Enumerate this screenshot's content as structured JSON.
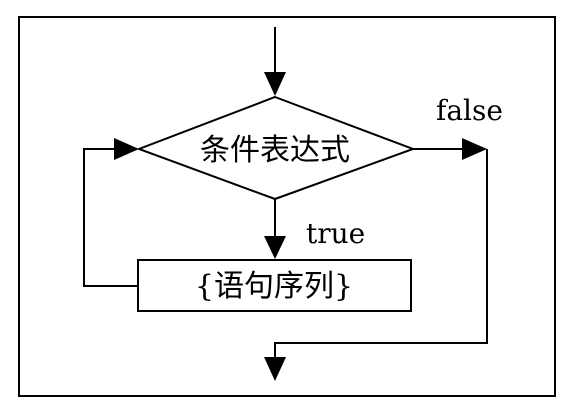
{
  "diagram": {
    "condition_label": "条件表达式",
    "statement_label": "{语句序列}",
    "true_label": "true",
    "false_label": "false"
  },
  "colors": {
    "background": "#ffffff",
    "stroke": "#000000"
  }
}
